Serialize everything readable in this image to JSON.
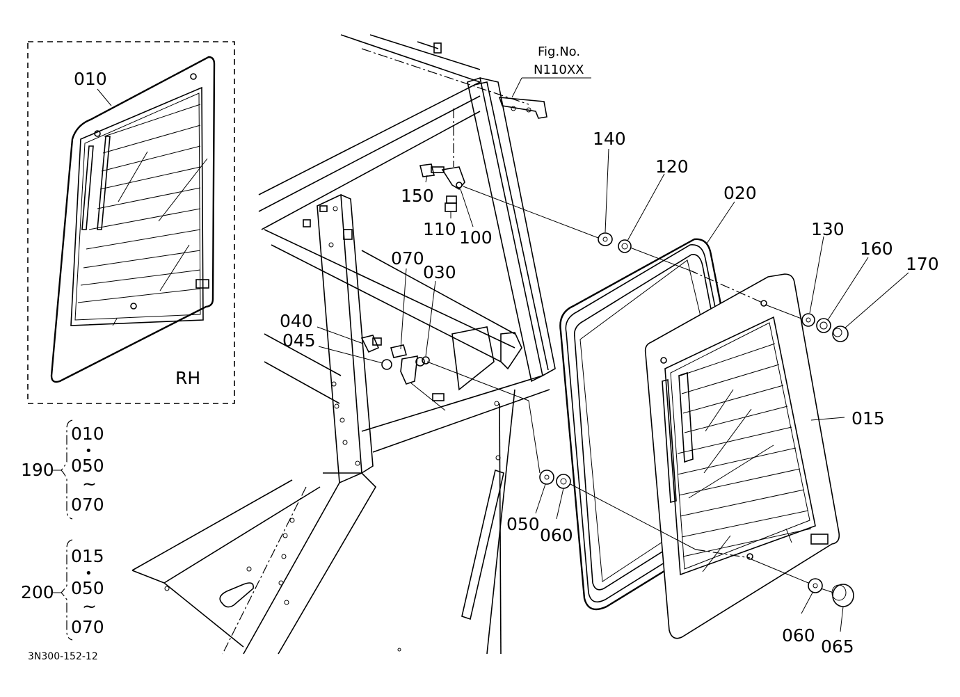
{
  "figure": {
    "label_line1": "Fig.No.",
    "label_line2": "N110XX",
    "drawing_code": "3N300-152-12",
    "side_label": "RH"
  },
  "callouts": {
    "p010": "010",
    "p015": "015",
    "p020": "020",
    "p030": "030",
    "p040": "040",
    "p045": "045",
    "p050": "050",
    "p060a": "060",
    "p060b": "060",
    "p065": "065",
    "p070": "070",
    "p100": "100",
    "p110": "110",
    "p120": "120",
    "p130": "130",
    "p140": "140",
    "p150": "150",
    "p160": "160",
    "p170": "170"
  },
  "assemblies": [
    {
      "id": "190",
      "first": "010",
      "dot": "•",
      "mid": "050",
      "tilde": "~",
      "last": "070"
    },
    {
      "id": "200",
      "first": "015",
      "dot": "•",
      "mid": "050",
      "tilde": "~",
      "last": "070"
    }
  ]
}
